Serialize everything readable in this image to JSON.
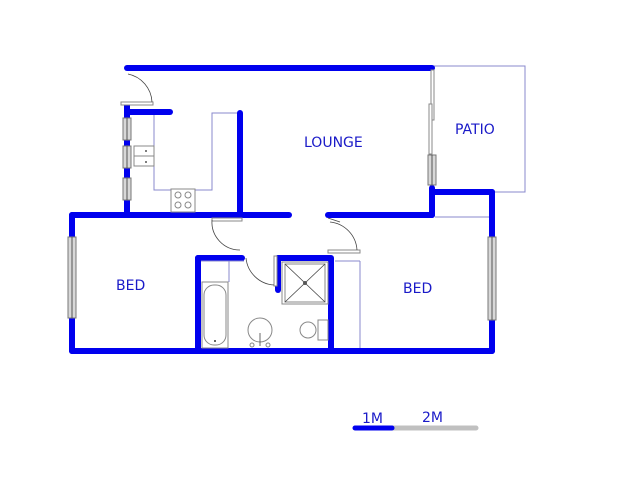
{
  "plan": {
    "rooms": [
      {
        "id": "lounge",
        "label": "LOUNGE"
      },
      {
        "id": "patio",
        "label": "PATIO"
      },
      {
        "id": "bed1",
        "label": "BED"
      },
      {
        "id": "bed2",
        "label": "BED"
      }
    ],
    "colors": {
      "wall": "#0000ee",
      "label": "#1a1ac8",
      "fixture": "#888888",
      "scale_grey": "#c0c0c0"
    }
  },
  "scale": {
    "mark1": "1M",
    "mark2": "2M"
  }
}
